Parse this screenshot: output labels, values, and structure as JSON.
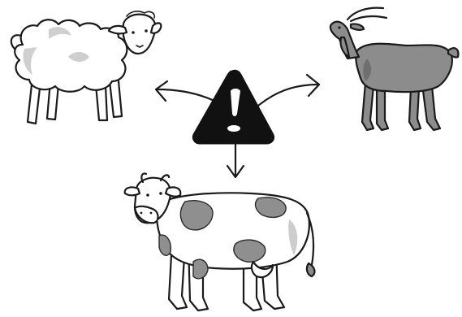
{
  "scene": {
    "animals": [
      "sheep",
      "goat",
      "cow"
    ],
    "warning_sign": "triangle-exclamation",
    "arrow_directions": [
      "left",
      "right",
      "down"
    ],
    "colors": {
      "ink": "#1a1a1a",
      "goat": "#8c8c8c",
      "spots": "#8f8f8f",
      "wool_shade": "#cfcfcf",
      "background": "#ffffff"
    }
  }
}
